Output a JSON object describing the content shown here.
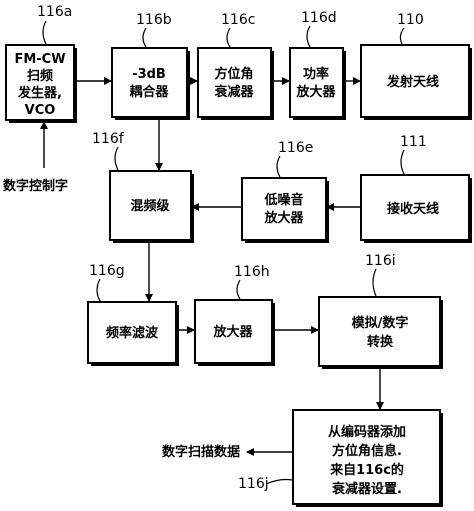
{
  "blocks": {
    "vco": [
      "FM-CW",
      "扫频",
      "发生器,",
      "VCO"
    ],
    "coupler": [
      "-3dB",
      "耦合器"
    ],
    "attenuator": [
      "方位角",
      "衰减器"
    ],
    "power_amp": [
      "功率",
      "放大器"
    ],
    "tx_antenna": [
      "发射天线"
    ],
    "mixer": [
      "混频级"
    ],
    "lna": [
      "低噪音",
      "放大器"
    ],
    "rx_antenna": [
      "接收天线"
    ],
    "filter": [
      "频率滤波"
    ],
    "amplifier": [
      "放大器"
    ],
    "adc": [
      "模拟/数字",
      "转换"
    ],
    "encoder": [
      "从编码器添加",
      "方位角信息.",
      "来自116c的",
      "衰减器设置."
    ]
  },
  "refs": {
    "vco": "116a",
    "coupler": "116b",
    "attenuator": "116c",
    "power_amp": "116d",
    "tx_antenna": "110",
    "mixer": "116f",
    "lna": "116e",
    "rx_antenna": "111",
    "filter": "116g",
    "amplifier": "116h",
    "adc": "116i",
    "encoder": "116j"
  },
  "external": {
    "digital_control": "数字控制字",
    "digital_scan_data": "数字扫描数据"
  }
}
